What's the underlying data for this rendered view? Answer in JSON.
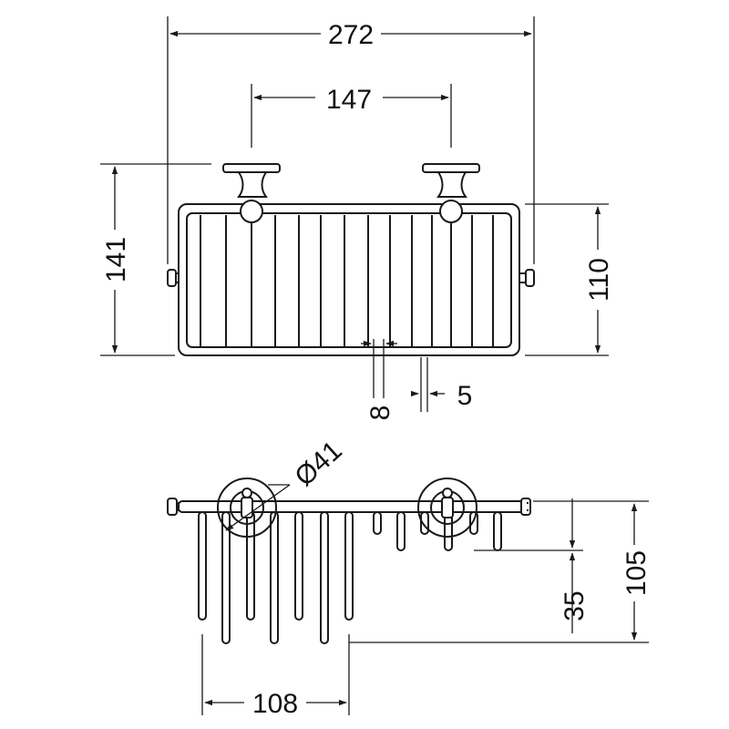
{
  "drawing": {
    "views": [
      "front-view",
      "top-view"
    ],
    "line_color": "#1a1a1a",
    "background": "#ffffff"
  },
  "dimensions": {
    "overall_width": "272",
    "bracket_spacing": "147",
    "overall_height": "141",
    "basket_height": "110",
    "wire_gap_a": "8",
    "wire_gap_b": "5",
    "rosette_diameter": "Ø41",
    "basket_depth": "105",
    "wall_clearance": "35",
    "front_section_width": "108"
  }
}
